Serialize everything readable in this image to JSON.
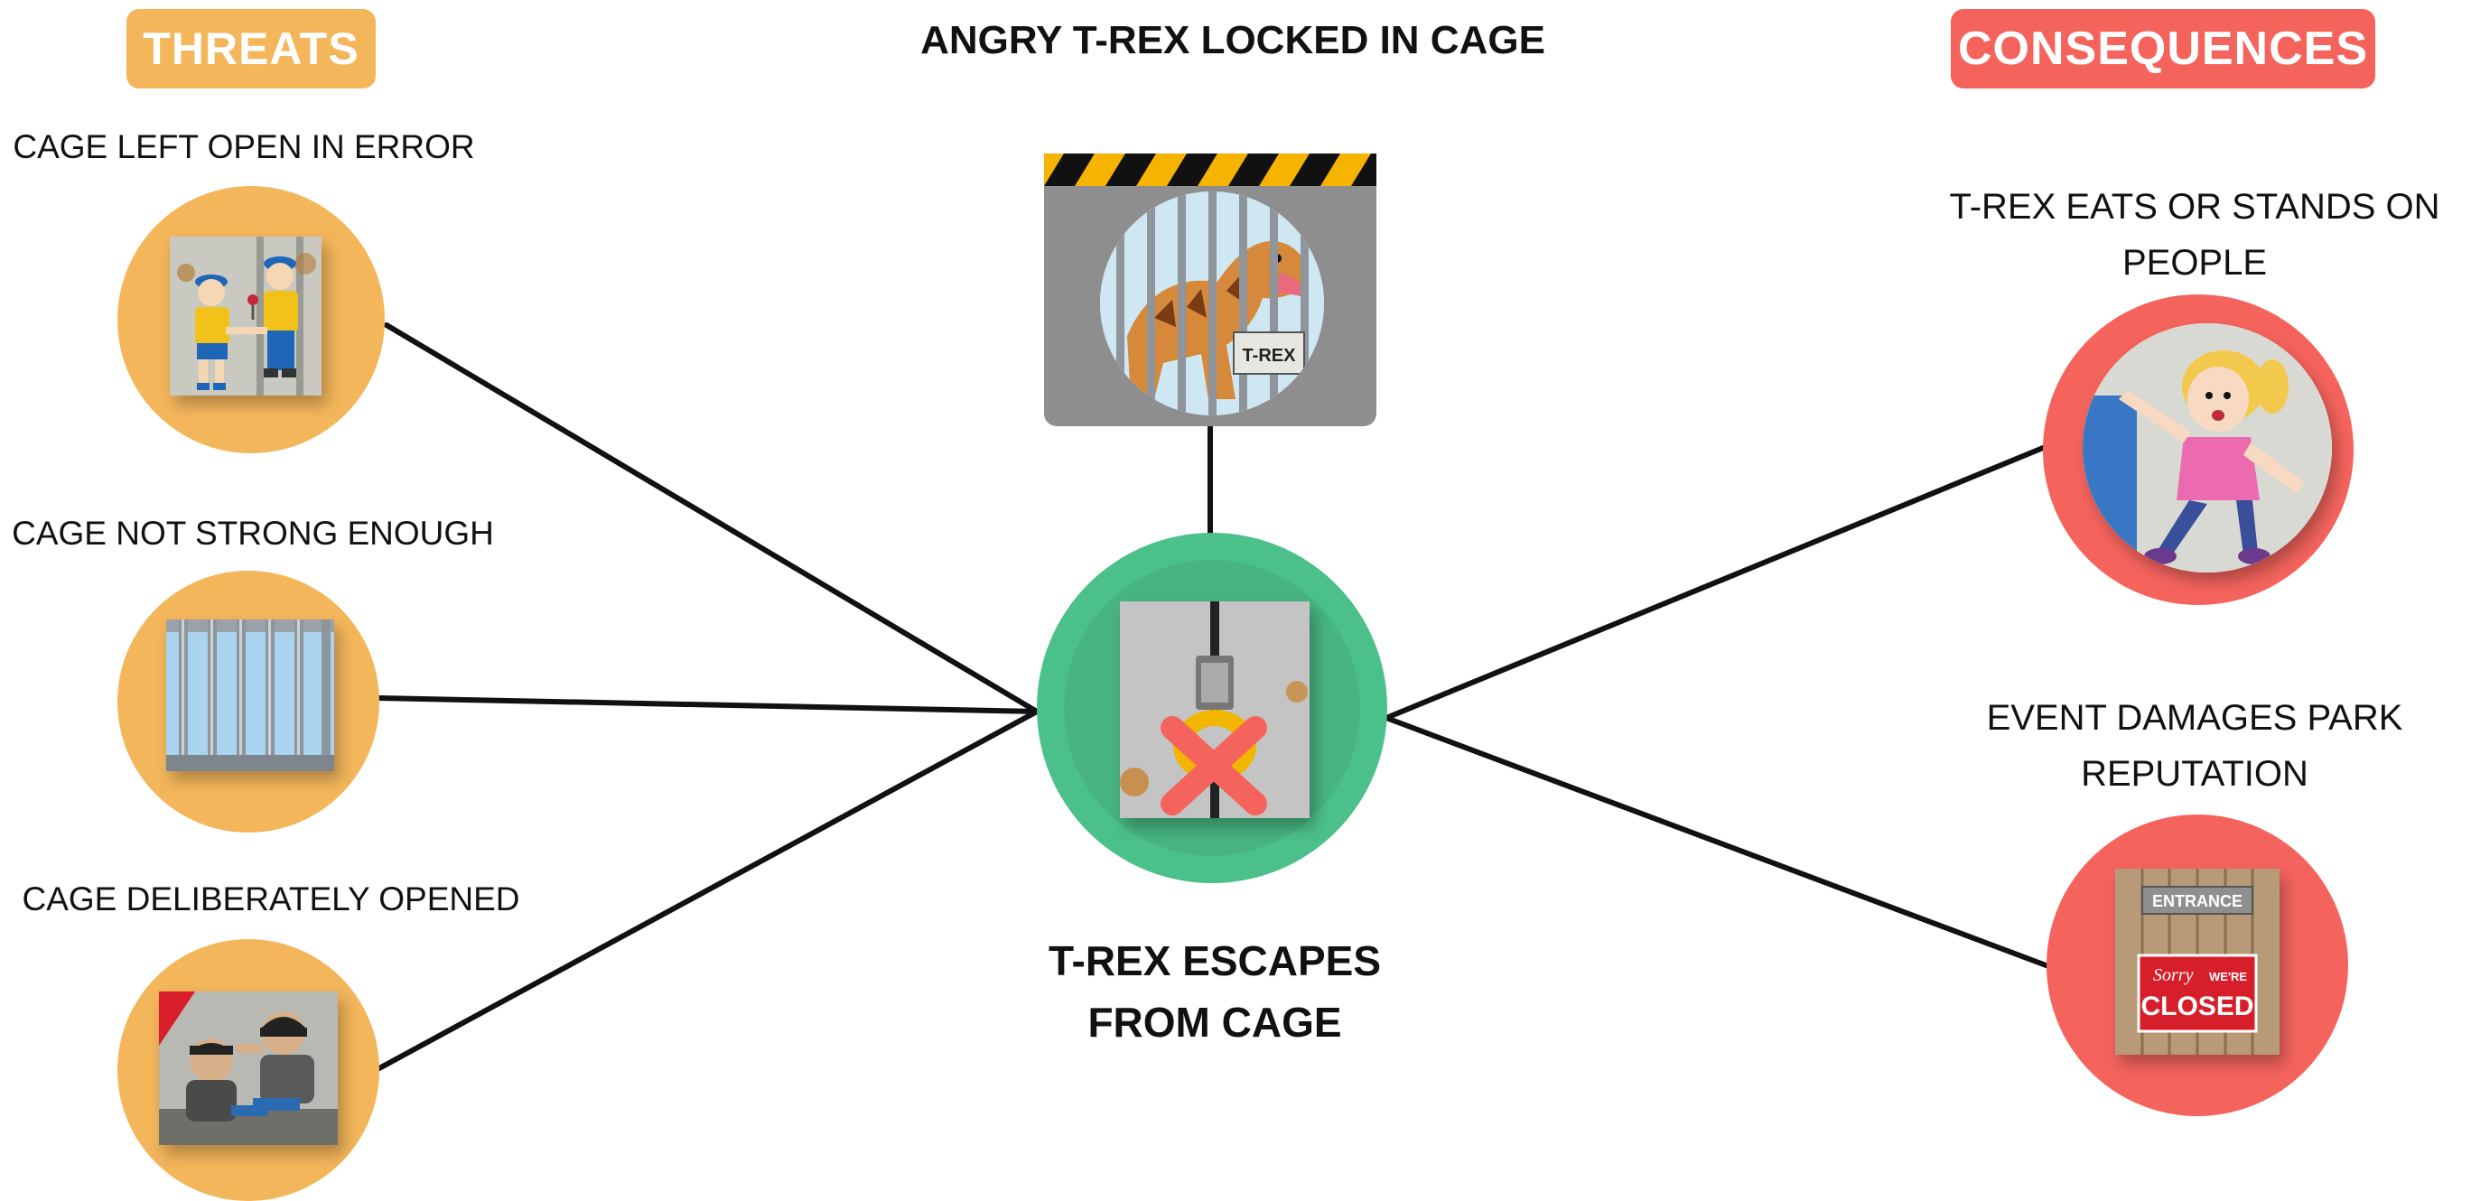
{
  "headers": {
    "threats": "THREATS",
    "consequences": "CONSEQUENCES",
    "hazard": "ANGRY T-REX LOCKED IN CAGE"
  },
  "top_event": {
    "label_line1": "T-REX ESCAPES",
    "label_line2": "FROM CAGE"
  },
  "threats": [
    {
      "label": "CAGE LEFT OPEN IN ERROR",
      "icon": "zookeepers-handing-key-icon"
    },
    {
      "label": "CAGE NOT STRONG ENOUGH",
      "icon": "cage-bars-icon"
    },
    {
      "label": "CAGE DELIBERATELY OPENED",
      "icon": "burglars-icon"
    }
  ],
  "consequences": [
    {
      "label_line1": "T-REX EATS OR STANDS ON",
      "label_line2": "PEOPLE",
      "icon": "scared-girl-icon"
    },
    {
      "label_line1": "EVENT DAMAGES PARK",
      "label_line2": "REPUTATION",
      "icon": "closed-entrance-icon"
    }
  ],
  "image_text": {
    "cage_sign": "T-REX",
    "entrance_sign": "ENTRANCE",
    "closed_sign_sorry": "Sorry",
    "closed_sign_were": "WE'RE",
    "closed_sign_closed": "CLOSED"
  },
  "colors": {
    "threat": "#f4b65b",
    "consequence": "#f4645d",
    "top_event": "#4cc08a",
    "hazard_stripe_yellow": "#f6b400",
    "hazard_card": "#8e8e8e"
  }
}
